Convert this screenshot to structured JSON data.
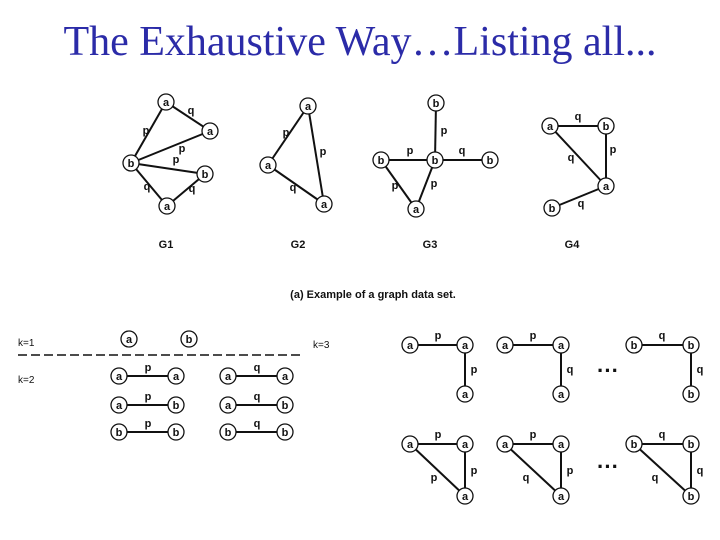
{
  "slide": {
    "title": "The Exhaustive Way…Listing all..."
  },
  "graph_set": {
    "caption": "(a) Example of a graph data set.",
    "graphs": [
      {
        "label": "G1"
      },
      {
        "label": "G2"
      },
      {
        "label": "G3"
      },
      {
        "label": "G4"
      }
    ]
  },
  "subgraphs": {
    "k1_label": "k=1",
    "k2_label": "k=2",
    "k3_label": "k=3",
    "ellipsis": "···"
  },
  "node_labels": [
    "a",
    "b"
  ],
  "edge_labels": [
    "p",
    "q"
  ]
}
